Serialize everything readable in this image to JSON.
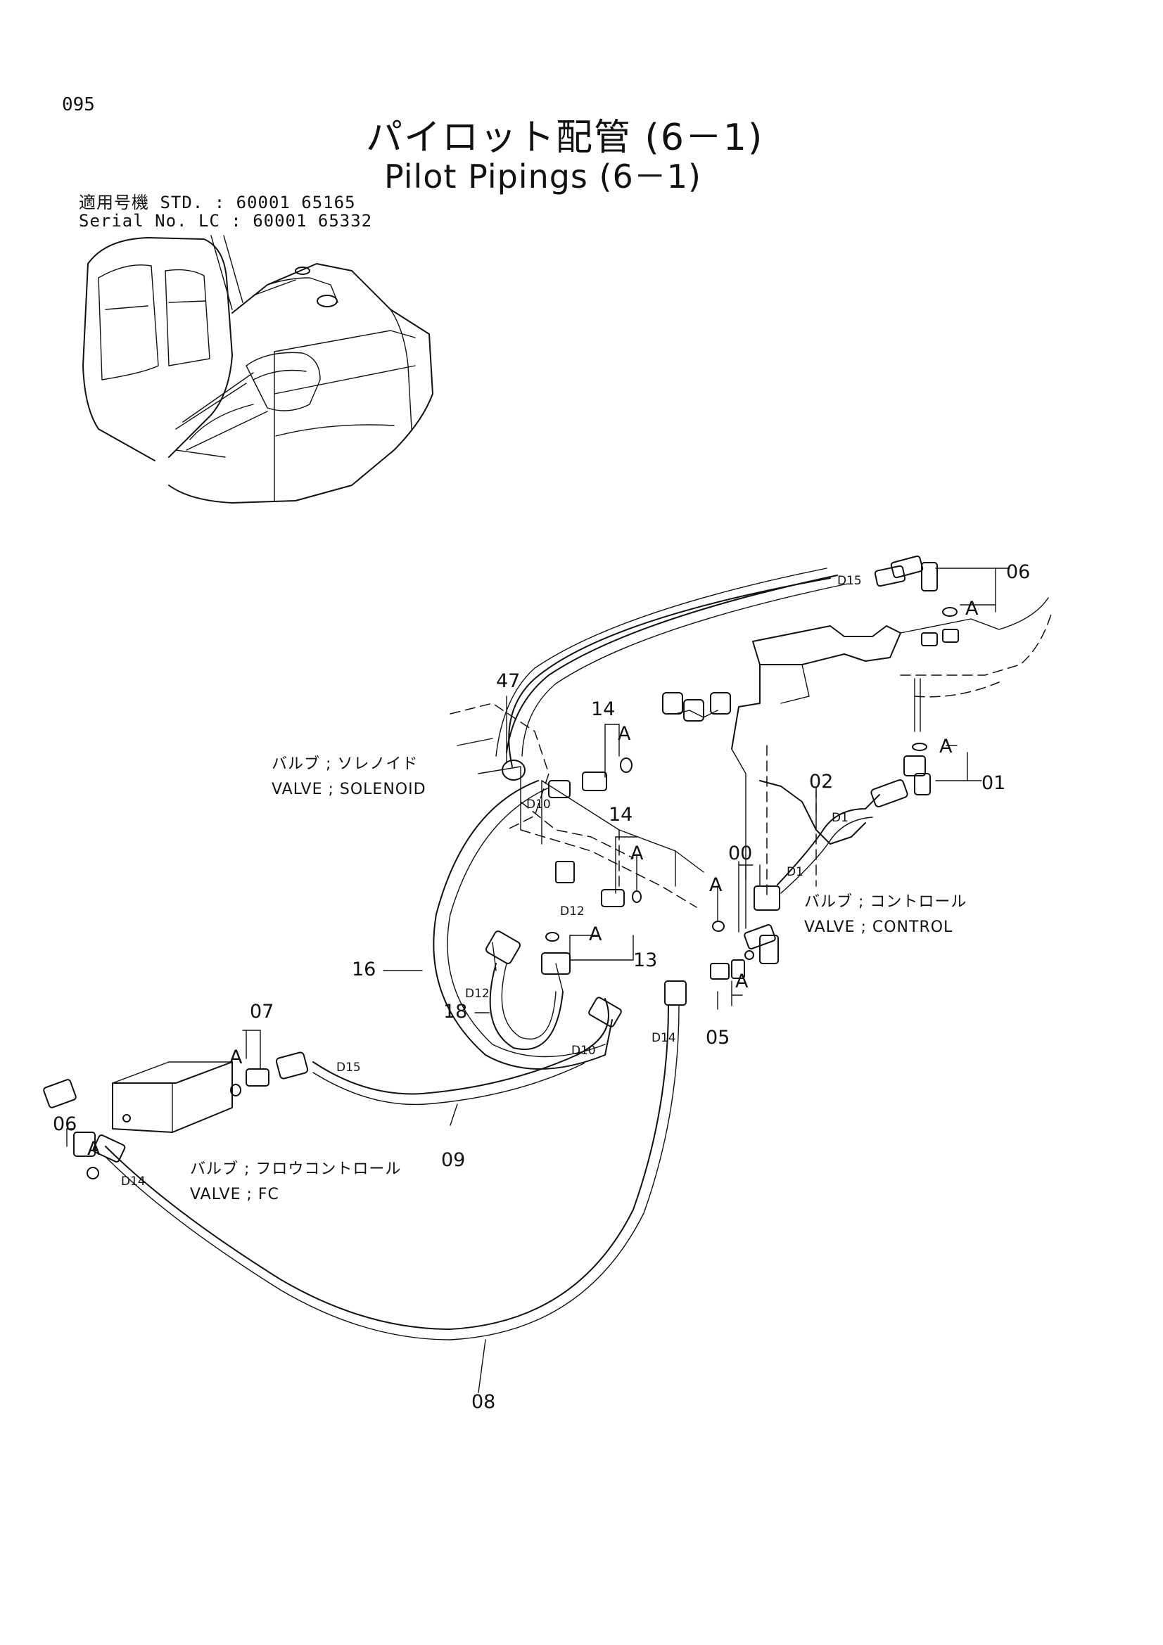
{
  "page_number": "095",
  "title_jp": "パイロット配管 (6－1)",
  "title_en": "Pilot Pipings (6－1)",
  "serial": {
    "row1": "適用号機  STD. : 60001  65165",
    "row2": "Serial No.  LC   : 60001  65332"
  },
  "components": {
    "valve_solenoid_jp": "バルブ ; ソレノイド",
    "valve_solenoid_en": "VALVE ; SOLENOID",
    "valve_control_jp": "バルブ ; コントロール",
    "valve_control_en": "VALVE ; CONTROL",
    "valve_fc_jp": "バルブ ; フロウコントロール",
    "valve_fc_en": "VALVE ; FC"
  },
  "part_labels": {
    "p00": "00",
    "p01": "01",
    "p02": "02",
    "p05": "05",
    "p06_top": "06",
    "p06_left": "06",
    "p07": "07",
    "p08": "08",
    "p09": "09",
    "p13": "13",
    "p14_upper": "14",
    "p14_lower": "14",
    "p16": "16",
    "p18": "18",
    "p47": "47"
  },
  "connection_labels": {
    "d15_top": "D15",
    "d15_mid": "D15",
    "d1_upper": "D1",
    "d1_lower": "D1",
    "d10_upper": "D10",
    "d10_lower": "D10",
    "d12_upper": "D12",
    "d12_lower": "D12",
    "d14_mid": "D14",
    "d14_left": "D14"
  },
  "oring_labels": {
    "a_top_right": "A",
    "a_right": "A",
    "a_14_upper": "A",
    "a_14_lower": "A",
    "a_00": "A",
    "a_13": "A",
    "a_05": "A",
    "a_07": "A",
    "a_06_left": "A"
  }
}
